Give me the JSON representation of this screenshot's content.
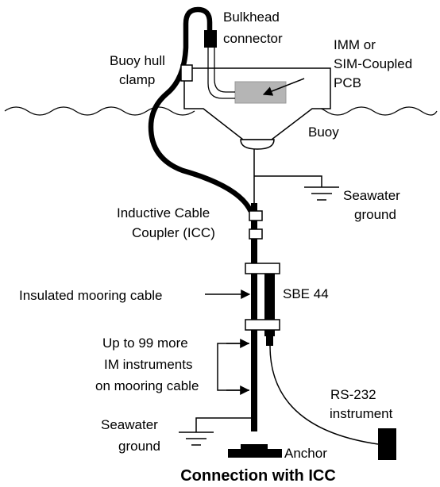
{
  "labels": {
    "bulkhead": [
      "Bulkhead",
      "connector"
    ],
    "imm": [
      "IMM or",
      "SIM-Coupled",
      "PCB"
    ],
    "buoy_hull": [
      "Buoy hull",
      "clamp"
    ],
    "buoy": "Buoy",
    "seawater_ground_top": [
      "Seawater",
      "ground"
    ],
    "icc": [
      "Inductive Cable",
      "Coupler (ICC)"
    ],
    "sbe": "SBE 44",
    "insulated": "Insulated mooring cable",
    "upto": [
      "Up to 99 more",
      "IM instruments",
      "on mooring cable"
    ],
    "rs232": [
      "RS-232",
      "instrument"
    ],
    "seawater_ground_bottom": [
      "Seawater",
      "ground"
    ],
    "anchor": "Anchor"
  },
  "caption": "Connection with ICC",
  "colors": {
    "pcb": "#b5b5b5",
    "line": "#000000"
  }
}
